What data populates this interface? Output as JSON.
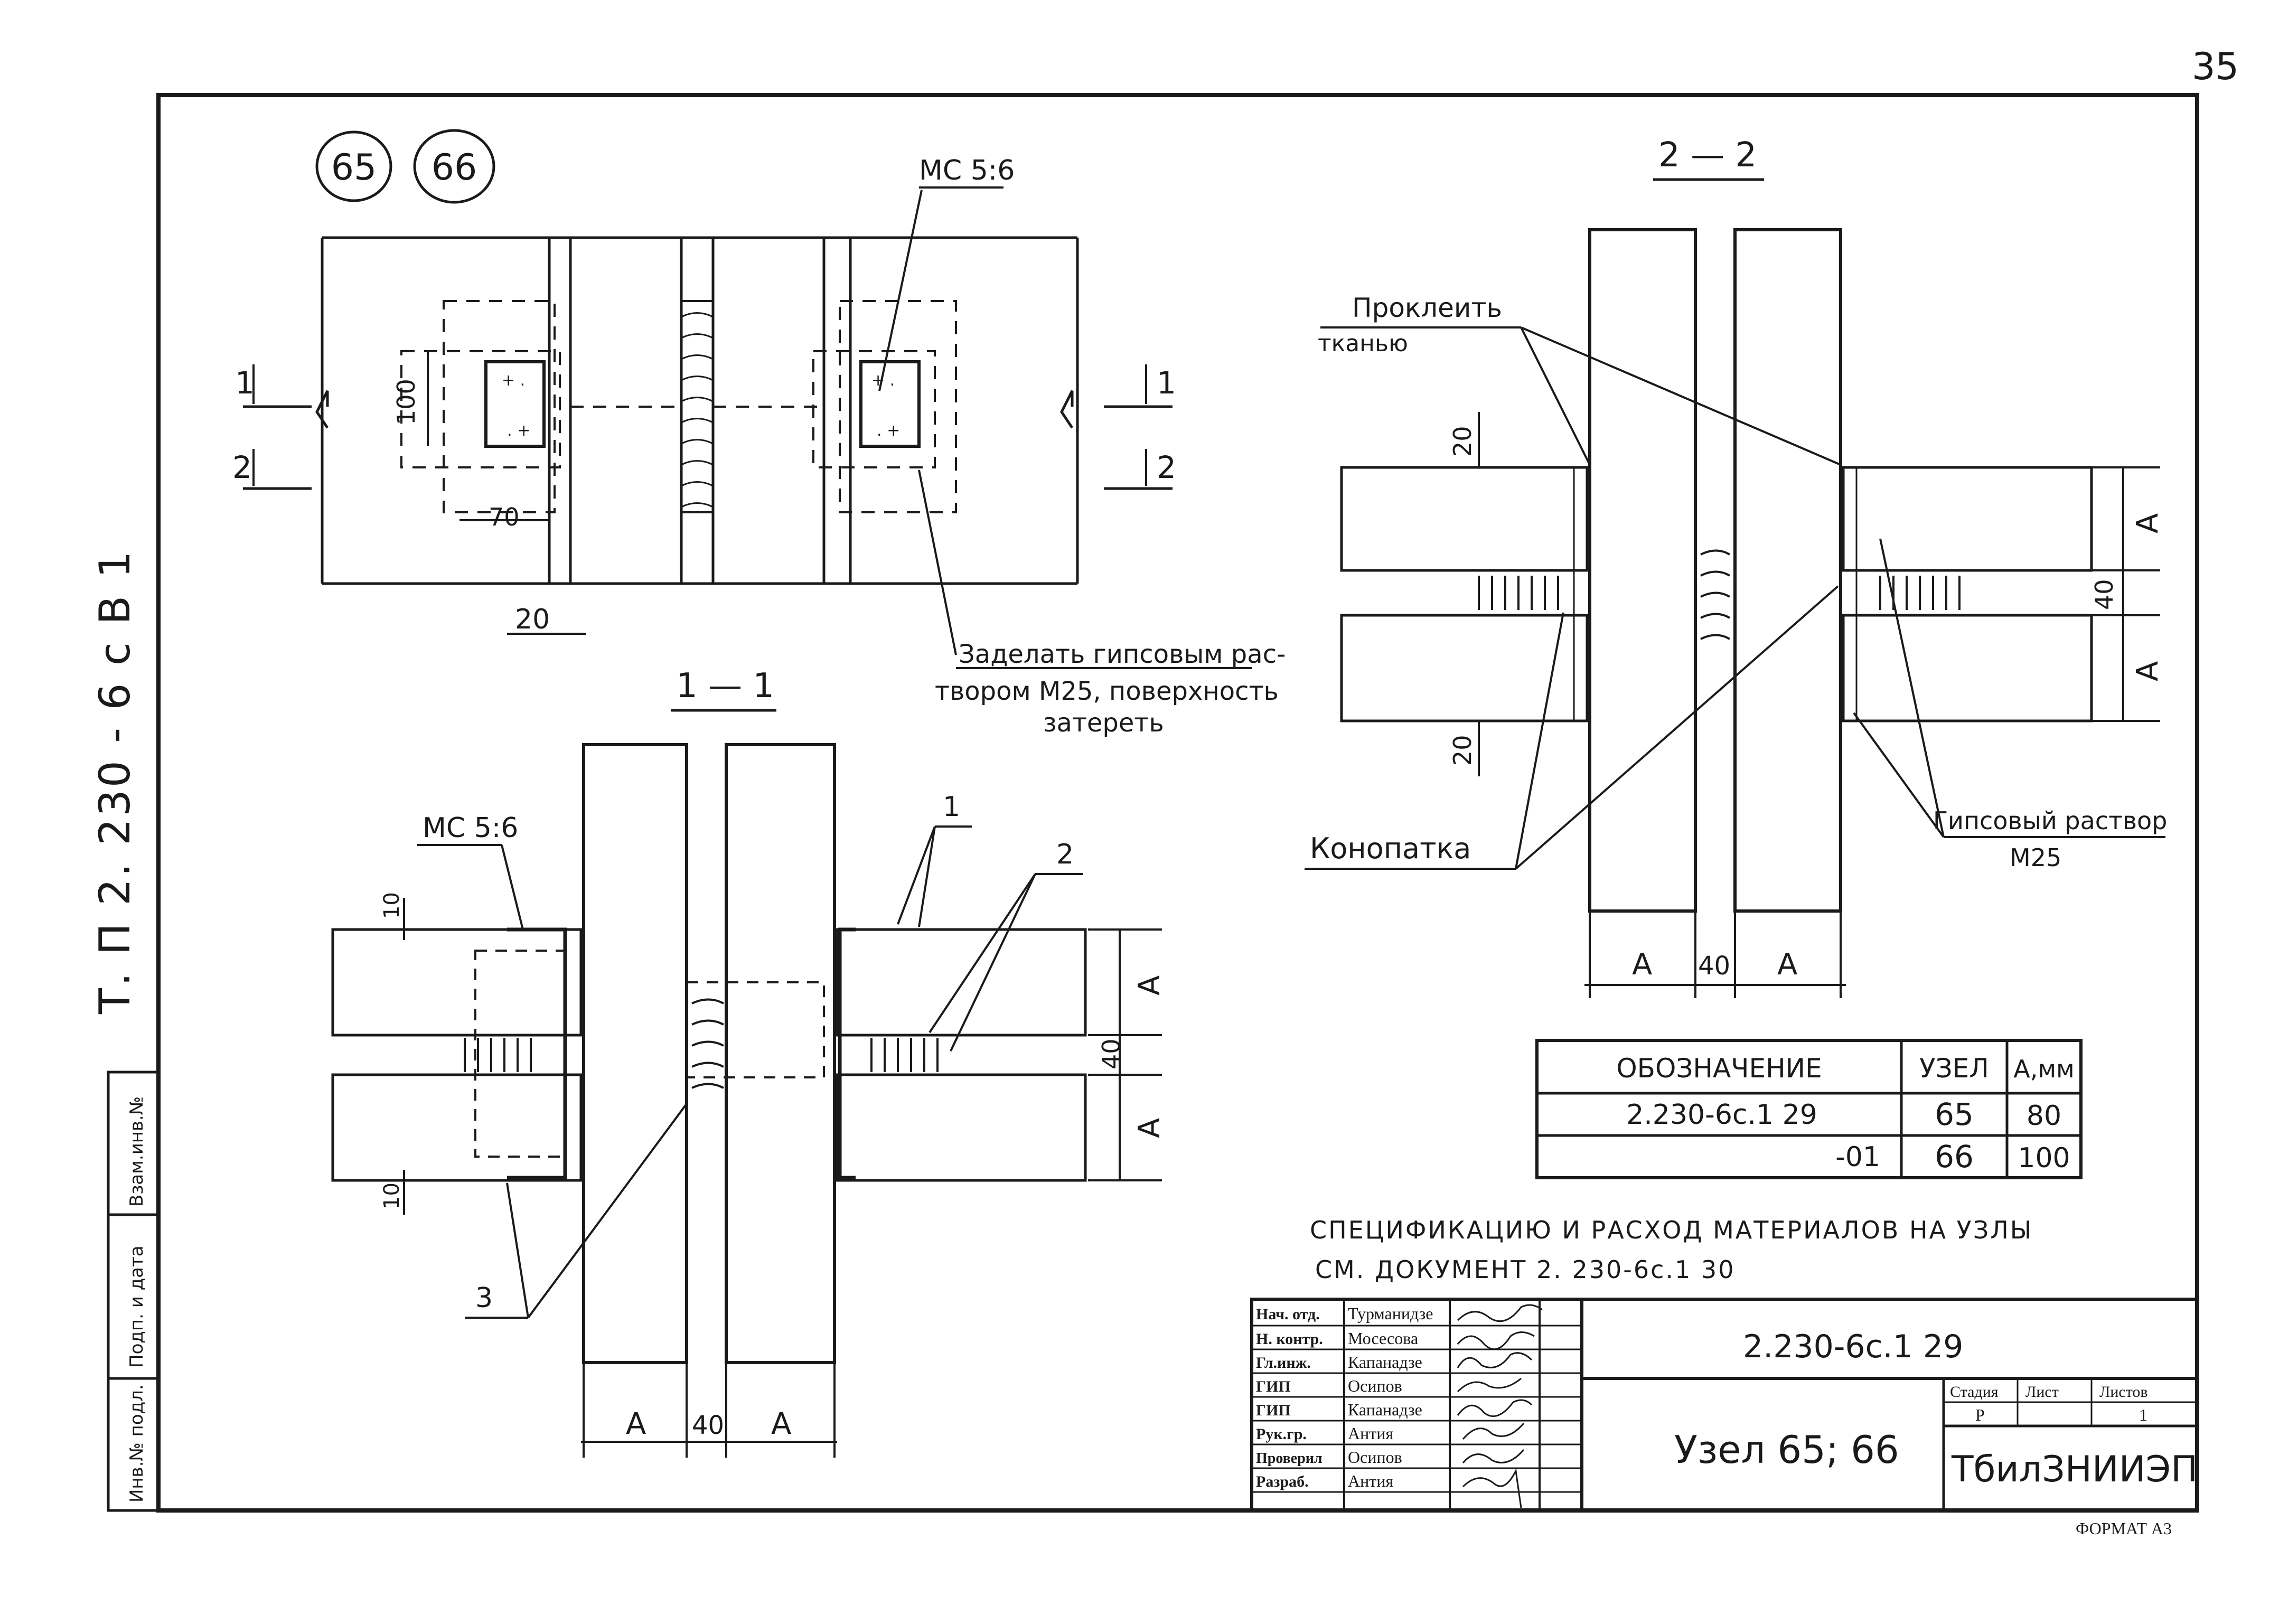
{
  "page_number": "35",
  "side_stamp": "Т. П   2. 230 - 6 с    В 1",
  "node_marks": [
    "65",
    "66"
  ],
  "brand_mark": "МС 5:6",
  "plan_view": {
    "dim_100": "100",
    "dim_70": "70",
    "dim_20": "20",
    "section_1": "1",
    "section_2": "2",
    "note_line1": "Заделать гипсовым рас-",
    "note_line2": "твором М25, поверхность",
    "note_line3": "затереть"
  },
  "section_1_1": {
    "title": "1 — 1",
    "brand_mark": "МС 5:6",
    "dim_10_top": "10",
    "dim_10_bottom": "10",
    "dim_A": "А",
    "dim_40": "40",
    "callout_1": "1",
    "callout_2": "2",
    "callout_3": "3"
  },
  "section_2_2": {
    "title": "2 — 2",
    "label_tape_1": "Проклеить",
    "label_tape_2": "тканью",
    "label_caulk": "Конопатка",
    "label_gypsum_1": "Гипсовый раствор",
    "label_gypsum_2": "М25",
    "dim_20": "20",
    "dim_A": "А",
    "dim_40": "40"
  },
  "table": {
    "headers": [
      "ОБОЗНАЧЕНИЕ",
      "УЗЕЛ",
      "А,мм"
    ],
    "rows": [
      [
        "2.230-6с.1 29",
        "65",
        "80"
      ],
      [
        "-01",
        "66",
        "100"
      ]
    ]
  },
  "note": {
    "line1": "СПЕЦИФИКАЦИЮ   И  РАСХОД   МАТЕРИАЛОВ   НА УЗЛЫ",
    "line2": "СМ.  ДОКУМЕНТ    2. 230-6с.1  30"
  },
  "title_block": {
    "doc_code": "2.230-6с.1   29",
    "title": "Узел 65; 66",
    "org": "ТбилЗНИИЭП",
    "stage_header": "Стадия",
    "sheet_header": "Лист",
    "sheets_header": "Листов",
    "stage": "Р",
    "sheets": "1",
    "format": "ФОРМАТ А3",
    "roles": [
      {
        "role": "Нач. отд.",
        "name": "Турманидзе"
      },
      {
        "role": "Н. контр.",
        "name": "Мосесова"
      },
      {
        "role": "Гл.инж.",
        "name": "Капанадзе"
      },
      {
        "role": "ГИП",
        "name": "Осипов"
      },
      {
        "role": "ГИП",
        "name": "Капанадзе"
      },
      {
        "role": "Рук.гр.",
        "name": "Антия"
      },
      {
        "role": "Проверил",
        "name": "Осипов"
      },
      {
        "role": "Разраб.",
        "name": "Антия"
      }
    ]
  },
  "left_stamp": [
    "Инв.№ подл.",
    "Подп. и дата",
    "Взам.инв.№"
  ]
}
